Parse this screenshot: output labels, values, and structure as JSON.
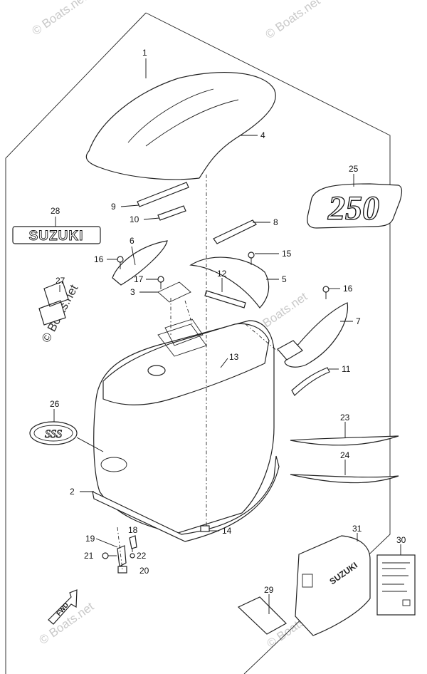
{
  "watermark": "© Boats.net",
  "fwd_label": "FWD",
  "decals": {
    "suzuki_text": "SUZUKI",
    "model_number": "250",
    "sss_text": "SSS",
    "cover_brand": "SUZUKI"
  },
  "callouts": [
    {
      "id": "c1",
      "label": "1"
    },
    {
      "id": "c2",
      "label": "2"
    },
    {
      "id": "c3",
      "label": "3"
    },
    {
      "id": "c4",
      "label": "4"
    },
    {
      "id": "c5",
      "label": "5"
    },
    {
      "id": "c6",
      "label": "6"
    },
    {
      "id": "c7",
      "label": "7"
    },
    {
      "id": "c8",
      "label": "8"
    },
    {
      "id": "c9",
      "label": "9"
    },
    {
      "id": "c10",
      "label": "10"
    },
    {
      "id": "c11",
      "label": "11"
    },
    {
      "id": "c12",
      "label": "12"
    },
    {
      "id": "c13",
      "label": "13"
    },
    {
      "id": "c14",
      "label": "14"
    },
    {
      "id": "c15",
      "label": "15"
    },
    {
      "id": "c16a",
      "label": "16"
    },
    {
      "id": "c16b",
      "label": "16"
    },
    {
      "id": "c17",
      "label": "17"
    },
    {
      "id": "c18",
      "label": "18"
    },
    {
      "id": "c19",
      "label": "19"
    },
    {
      "id": "c20",
      "label": "20"
    },
    {
      "id": "c21",
      "label": "21"
    },
    {
      "id": "c22",
      "label": "22"
    },
    {
      "id": "c23",
      "label": "23"
    },
    {
      "id": "c24",
      "label": "24"
    },
    {
      "id": "c25",
      "label": "25"
    },
    {
      "id": "c26",
      "label": "26"
    },
    {
      "id": "c27",
      "label": "27"
    },
    {
      "id": "c28",
      "label": "28"
    },
    {
      "id": "c29",
      "label": "29"
    },
    {
      "id": "c30",
      "label": "30"
    },
    {
      "id": "c31",
      "label": "31"
    }
  ]
}
